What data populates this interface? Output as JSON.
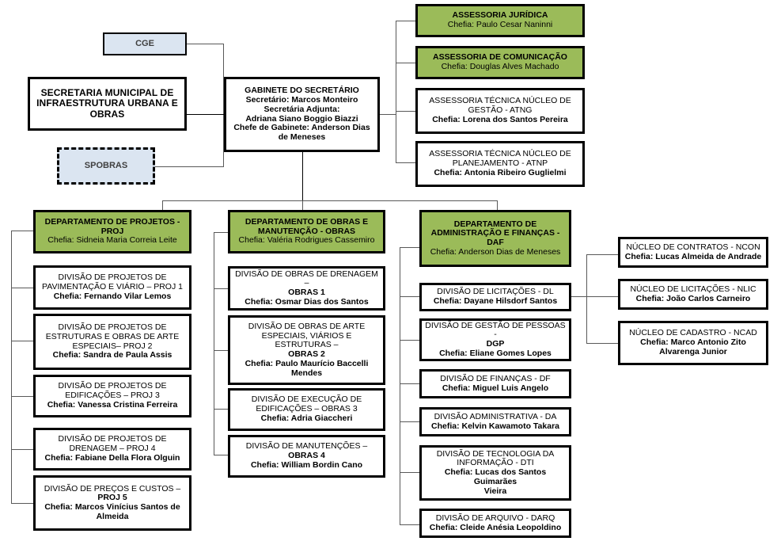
{
  "title": "Organograma - Secretaria Municipal de Infraestrutura Urbana e Obras",
  "colors": {
    "green": "#9BBB59",
    "blue": "#dbe5f1",
    "border": "#000000",
    "connector": "#595959"
  },
  "root": {
    "secretaria": {
      "name": "SECRETARIA MUNICIPAL DE INFRAESTRUTURA URBANA E OBRAS"
    },
    "cge": {
      "name": "CGE"
    },
    "spobras": {
      "name": "SPOBRAS"
    },
    "gabinete": {
      "name": "GABINETE DO SECRETÁRIO",
      "line1": "Secretário: Marcos Monteiro",
      "line2": "Secretária Adjunta:",
      "line3": "Adriana Siano Boggio Biazzi",
      "line4": "Chefe de Gabinete: Anderson Dias",
      "line5": "de Meneses"
    }
  },
  "assessorias": [
    {
      "name": "ASSESSORIA JURÍDICA",
      "chefia": "Chefia: Paulo Cesar Naninni"
    },
    {
      "name": "ASSESSORIA DE COMUNICAÇÃO",
      "chefia": "Chefia: Douglas Alves Machado"
    },
    {
      "name_l1": "ASSESSORIA TÉCNICA NÚCLEO DE",
      "name_l2": "GESTÃO - ATNG",
      "chefia": "Chefia: Lorena dos Santos Pereira"
    },
    {
      "name_l1": "ASSESSORIA TÉCNICA NÚCLEO DE",
      "name_l2": "PLANEJAMENTO - ATNP",
      "chefia": "Chefia: Antonia Ribeiro Guglielmi"
    }
  ],
  "departamentos": {
    "proj": {
      "header": {
        "name_l1": "DEPARTAMENTO DE PROJETOS -",
        "name_l2": "PROJ",
        "chefia": "Chefia: Sidneia Maria Correia Leite"
      },
      "divisoes": [
        {
          "name_l1": "DIVISÃO DE PROJETOS DE",
          "name_l2": "PAVIMENTAÇÃO E VIÁRIO – PROJ 1",
          "chefia": "Chefia: Fernando Vilar Lemos"
        },
        {
          "name_l1": "DIVISÃO DE PROJETOS DE",
          "name_l2": "ESTRUTURAS E OBRAS DE ARTE",
          "name_l3": "ESPECIAIS– PROJ 2",
          "chefia": "Chefia: Sandra de Paula Assis"
        },
        {
          "name_l1": "DIVISÃO DE PROJETOS DE",
          "name_l2": "EDIFICAÇÕES – PROJ 3",
          "chefia": "Chefia: Vanessa Cristina Ferreira"
        },
        {
          "name_l1": "DIVISÃO DE PROJETOS DE",
          "name_l2": "DRENAGEM – PROJ 4",
          "chefia": "Chefia: Fabiane Della Flora Olguin"
        },
        {
          "name_l1": "DIVISÃO DE PREÇOS E CUSTOS –",
          "name_l2": "PROJ 5",
          "chefia": "Chefia: Marcos Vinícius Santos de",
          "chefia2": "Almeida"
        }
      ]
    },
    "obras": {
      "header": {
        "name_l1": "DEPARTAMENTO DE OBRAS E",
        "name_l2": "MANUTENÇÃO - OBRAS",
        "chefia": "Chefia: Valéria Rodrigues Cassemiro"
      },
      "divisoes": [
        {
          "name_l1": "DIVISÃO DE OBRAS DE DRENAGEM –",
          "name_l2": "OBRAS 1",
          "chefia": "Chefia: Osmar Dias dos Santos"
        },
        {
          "name_l1": "DIVISÃO DE OBRAS DE ARTE",
          "name_l2": "ESPECIAIS, VIÁRIOS E ESTRUTURAS –",
          "name_l3": "OBRAS 2",
          "chefia": "Chefia: Paulo Maurício Baccelli",
          "chefia2": "Mendes"
        },
        {
          "name_l1": "DIVISÃO DE EXECUÇÃO DE",
          "name_l2": "EDIFICAÇÕES – OBRAS 3",
          "chefia": "Chefia: Adria Giaccheri"
        },
        {
          "name_l1": "DIVISÃO DE MANUTENÇÕES –",
          "name_l2": "OBRAS 4",
          "chefia": "Chefia: William Bordin Cano"
        }
      ]
    },
    "daf": {
      "header": {
        "name_l1": "DEPARTAMENTO DE",
        "name_l2": "ADMINISTRAÇÃO E FINANÇAS -",
        "name_l3": "DAF",
        "chefia": "Chefia: Anderson Dias de Meneses"
      },
      "divisoes": [
        {
          "name_l1": "DIVISÃO DE LICITAÇÕES - DL",
          "chefia": "Chefia: Dayane Hilsdorf Santos"
        },
        {
          "name_l1": "DIVISÃO DE GESTÃO DE PESSOAS -",
          "name_l2": "DGP",
          "chefia": "Chefia: Eliane Gomes Lopes"
        },
        {
          "name_l1": "DIVISÃO DE FINANÇAS - DF",
          "chefia": "Chefia: Miguel Luis Angelo"
        },
        {
          "name_l1": "DIVISÃO ADMINISTRATIVA - DA",
          "chefia": "Chefia: Kelvin Kawamoto Takara"
        },
        {
          "name_l1": "DIVISÃO DE TECNOLOGIA DA",
          "name_l2": "INFORMAÇÃO - DTI",
          "chefia": "Chefia: Lucas dos Santos Guimarães",
          "chefia2": "Vieira"
        },
        {
          "name_l1": "DIVISÃO DE ARQUIVO - DARQ",
          "chefia": "Chefia: Cleide Anésia Leopoldino"
        }
      ]
    }
  },
  "nucleos": [
    {
      "name_l1": "NÚCLEO DE CONTRATOS - NCON",
      "chefia": "Chefia: Lucas Almeida de Andrade"
    },
    {
      "name_l1": "NÚCLEO DE LICITAÇÕES - NLIC",
      "chefia": "Chefia: João Carlos Carneiro"
    },
    {
      "name_l1": "NÚCLEO DE CADASTRO - NCAD",
      "chefia": "Chefia: Marco Antonio Zito",
      "chefia2": "Alvarenga Junior"
    }
  ]
}
